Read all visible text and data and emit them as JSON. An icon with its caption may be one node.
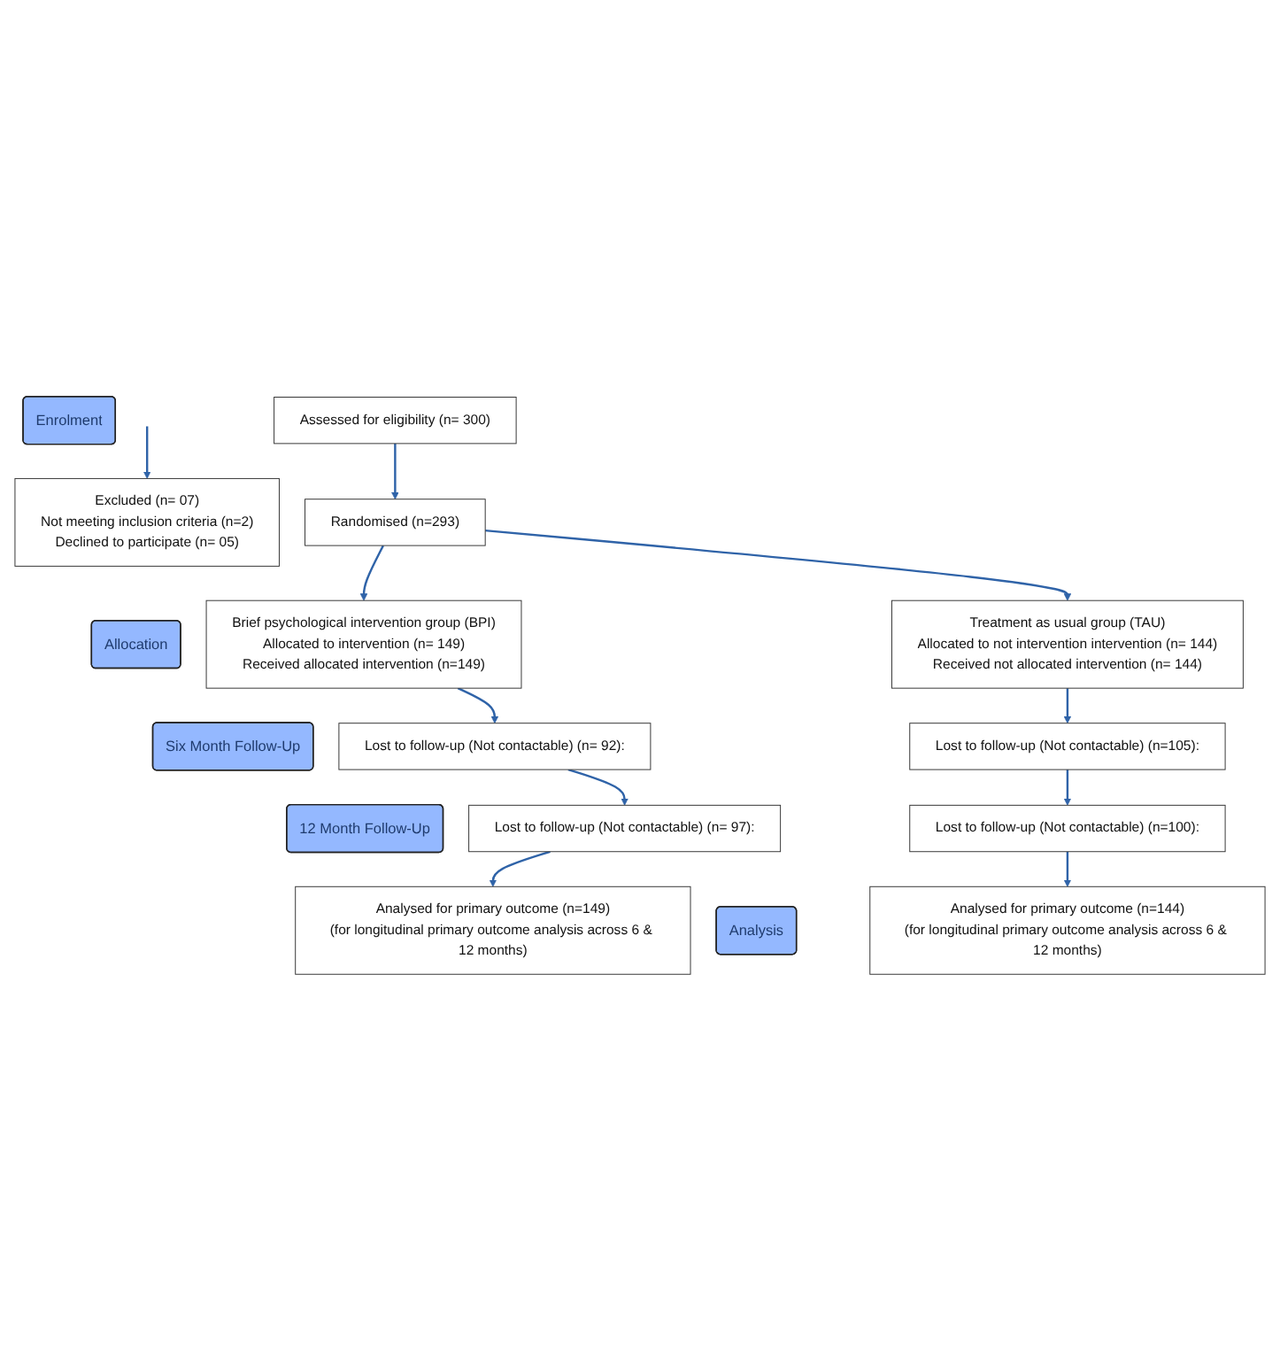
{
  "diagram": {
    "nodes": [
      {
        "text": [
          "Enrolment"
        ]
      },
      {
        "text": [
          "Assessed for eligibility (n= 300)"
        ]
      },
      {
        "text": [
          "Excluded (n= 07)",
          "Not meeting inclusion criteria (n=2)",
          "Declined to participate (n= 05)"
        ]
      },
      {
        "text": [
          "Randomised (n=293)"
        ]
      },
      {
        "text": [
          "Allocation"
        ]
      },
      {
        "text": [
          "Brief psychological intervention group (BPI)",
          "Allocated to intervention (n= 149)",
          "Received allocated intervention (n=149)"
        ]
      },
      {
        "text": [
          "Treatment as usual group (TAU)",
          "Allocated to not intervention intervention (n= 144)",
          "Received not allocated intervention (n= 144)"
        ]
      },
      {
        "text": [
          "Six Month Follow-Up"
        ]
      },
      {
        "text": [
          "Lost to follow-up (Not contactable) (n= 92):"
        ]
      },
      {
        "text": [
          "Lost to follow-up (Not contactable) (n=105):"
        ]
      },
      {
        "text": [
          "12 Month Follow-Up"
        ]
      },
      {
        "text": [
          "Lost to follow-up (Not contactable) (n= 97):"
        ]
      },
      {
        "text": [
          "Lost to follow-up (Not contactable) (n=100):"
        ]
      },
      {
        "text": [
          "Analysis"
        ]
      },
      {
        "text": [
          "Analysed for primary outcome (n=149)",
          "(for longitudinal primary outcome analysis across 6 & 12 months)"
        ]
      },
      {
        "text": [
          "Analysed for primary outcome (n=144)",
          "(for longitudinal primary outcome analysis across 6 & 12 months)"
        ]
      }
    ],
    "edges": [
      {
        "from": 1,
        "to": 3,
        "arrow": "to"
      },
      {
        "from": null,
        "to": 2,
        "arrow": "to"
      },
      {
        "from": 3,
        "to": 5,
        "arrow": "to"
      },
      {
        "from": 3,
        "to": 6,
        "arrow": "to"
      },
      {
        "from": 5,
        "to": 8,
        "arrow": "to"
      },
      {
        "from": 6,
        "to": 9,
        "arrow": "to"
      },
      {
        "from": 8,
        "to": 11,
        "arrow": "to"
      },
      {
        "from": 9,
        "to": 12,
        "arrow": "to"
      },
      {
        "from": 11,
        "to": 14,
        "arrow": "to"
      },
      {
        "from": 12,
        "to": 15,
        "arrow": "to"
      }
    ]
  }
}
